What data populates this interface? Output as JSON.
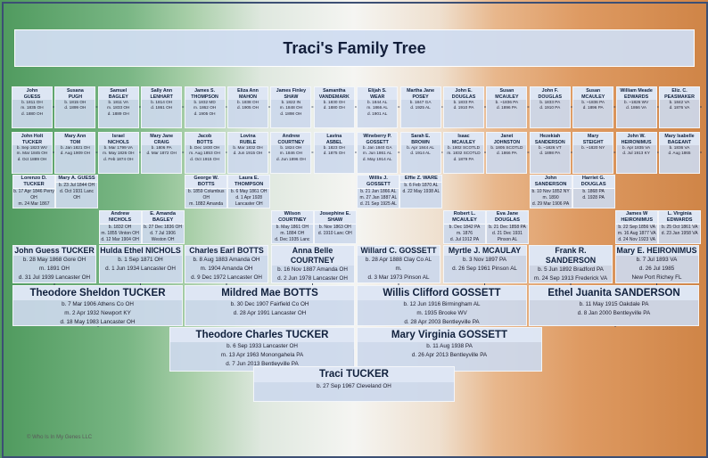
{
  "title": "Traci's Family Tree",
  "copyright": "© Who Is In My Genes LLC",
  "people": {
    "g6": [
      {
        "name": [
          "John",
          "GUESS"
        ],
        "dates": [
          "b. 1811 OH",
          "m. 1835 OH",
          "d. 1880 OH"
        ]
      },
      {
        "name": [
          "Susana",
          "PUGH"
        ],
        "dates": [
          "b. 1815 OH",
          "d. 1899 OH"
        ]
      },
      {
        "name": [
          "Samuel",
          "BAGLEY"
        ],
        "dates": [
          "b. 1811 VA",
          "m. 1833 OH",
          "d. 1889 OH"
        ]
      },
      {
        "name": [
          "Sally Ann",
          "LENHART"
        ],
        "dates": [
          "b. 1814 OH",
          "d. 1861 OH"
        ]
      },
      {
        "name": [
          "James S.",
          "THOMPSON"
        ],
        "dates": [
          "b. 1832 MD",
          "m. 1862 OH",
          "d. 1905 OH"
        ]
      },
      {
        "name": [
          "Eliza Ann",
          "MAHON"
        ],
        "dates": [
          "b. 1838 OH",
          "d. 1905 OH"
        ]
      },
      {
        "name": [
          "James Finley",
          "SHAW"
        ],
        "dates": [
          "b. 1822 IN",
          "m. 1848 OH",
          "d. 1898 OH"
        ]
      },
      {
        "name": [
          "Samantha",
          "VANDEMARK"
        ],
        "dates": [
          "b. 1830 OH",
          "d. 1880 OH"
        ]
      },
      {
        "name": [
          "Elijah S.",
          "WEAR"
        ],
        "dates": [
          "b. 1844 AL",
          "m. 1866 AL",
          "d. 1901 AL"
        ]
      },
      {
        "name": [
          "Martha Jane",
          "POSEY"
        ],
        "dates": [
          "b. 1847 GA",
          "d. 1925 AL"
        ]
      },
      {
        "name": [
          "John E.",
          "DOUGLAS"
        ],
        "dates": [
          "b. 1833 PA",
          "d. 1910 PA"
        ]
      },
      {
        "name": [
          "Susan",
          "MCAULEY"
        ],
        "dates": [
          "b. ~1836 PA",
          "d. 1896 PA"
        ]
      },
      {
        "name": [
          "John F.",
          "DOUGLAS"
        ],
        "dates": [
          "b. 1833 PA",
          "d. 1910 PA"
        ]
      },
      {
        "name": [
          "Susan",
          "MCAULEY"
        ],
        "dates": [
          "b. ~1836 PA",
          "d. 1896 PA"
        ]
      },
      {
        "name": [
          "William Meade",
          "EDWARDS"
        ],
        "dates": [
          "b. ~1826 WV",
          "d. 1866 VA"
        ]
      },
      {
        "name": [
          "Eliz. C.",
          "PEASMAKER"
        ],
        "dates": [
          "b. 1842 VA",
          "d. 1876 VA"
        ]
      }
    ],
    "g6b": [
      {
        "name": [
          "John Holt",
          "TUCKER"
        ],
        "dates": [
          "b. Sep 1823 WV",
          "m. Mar 1845 OH",
          "d. Oct 1889 OH"
        ]
      },
      {
        "name": [
          "Mary Ann",
          "TOM"
        ],
        "dates": [
          "b. Jan 1821 OH",
          "d. Aug 1909 OH"
        ]
      },
      {
        "name": [
          "Israel",
          "NICHOLS"
        ],
        "dates": [
          "b. Mar 1799 VA",
          "m. May 1826 OH",
          "d. Feb 1874 OH"
        ]
      },
      {
        "name": [
          "Mary Jane",
          "CRAIG"
        ],
        "dates": [
          "b. 1806 PA",
          "d. Mar 1872 OH"
        ]
      },
      {
        "name": [
          "Jacob",
          "BOTTS"
        ],
        "dates": [
          "b. Dec 1830 OH",
          "m. Aug 1853 OH",
          "d. Oct 1915 OH"
        ]
      },
      {
        "name": [
          "Lovina",
          "RUBLE"
        ],
        "dates": [
          "b. Mar 1832 OH",
          "d. Jun 1915 OH"
        ]
      },
      {
        "name": [
          "Andrew",
          "COURTNEY"
        ],
        "dates": [
          "b. 1824 OH",
          "m. 1846 OH",
          "d. Jun 1896 OH"
        ]
      },
      {
        "name": [
          "Lavina",
          "ASBEL"
        ],
        "dates": [
          "b. 1823 OH",
          "d. 1875 OH"
        ]
      },
      {
        "name": [
          "Wineberry P.",
          "GOSSETT"
        ],
        "dates": [
          "b. Jan 1840 GA",
          "m. Jun 1861 AL",
          "d. May 1914 AL"
        ]
      },
      {
        "name": [
          "Sarah E.",
          "BROWN"
        ],
        "dates": [
          "b. Apr 1844 AL",
          "d. 1914 AL"
        ]
      },
      {
        "name": [
          "Isaac",
          "MCAULEY"
        ],
        "dates": [
          "b. 1802 SCOTLD",
          "m. 1832 SCOTLD",
          "d. 1879 PA"
        ]
      },
      {
        "name": [
          "Janet",
          "JOHNSTON"
        ],
        "dates": [
          "b. 1805 SCOTLD",
          "d. 1866 PA"
        ]
      },
      {
        "name": [
          "Hezekiah",
          "SANDERSON"
        ],
        "dates": [
          "b. ~1826 VT",
          "d. 1898 PA"
        ]
      },
      {
        "name": [
          "Mary",
          "STEIGHT"
        ],
        "dates": [
          "b. ~1820 NY"
        ]
      },
      {
        "name": [
          "John W.",
          "HEIRONIMUS"
        ],
        "dates": [
          "b. Apr 1835 VA",
          "d. Jul 1913 KY"
        ]
      },
      {
        "name": [
          "Mary Isabelle",
          "BAGEANT"
        ],
        "dates": [
          "b. 1836 VA",
          "d. Aug 1865"
        ]
      }
    ],
    "g5": [
      {
        "name": "Lorenzo D. TUCKER",
        "dates": [
          "b. 17 Apr 1846 Perry OH",
          "m. 24 Mar 1867",
          "d. 20 Jan 1919 Lanc OH"
        ]
      },
      {
        "name": "Mary A. GUESS",
        "dates": [
          "b. 23 Jul 1844 OH",
          "d. Oct 1931 Lanc OH"
        ]
      },
      {
        "name": "Andrew NICHOLS",
        "dates": [
          "b. 1832 OH",
          "m. 1855 Vinton OH",
          "d. 12 Mar 1904 OH"
        ]
      },
      {
        "name": "E. Amanda BAGLEY",
        "dates": [
          "b. 27 Dec 1836 OH",
          "d. 7 Jul 1906",
          "Weston OH"
        ]
      },
      {
        "name": "George W. BOTTS",
        "dates": [
          "b. 1859 Columbus OH",
          "m. 1882 Amanda OH",
          "d. 1897 Delmont OH"
        ]
      },
      {
        "name": "Laura E. THOMPSON",
        "dates": [
          "b. 6 May 1861 OH",
          "d. 1 Apr 1928",
          "Lancaster OH"
        ]
      },
      {
        "name": "Wilson COURTNEY",
        "dates": [
          "b. May 1861 OH",
          "m. 1884 OH",
          "d. Dec 1935 Lanc OH"
        ]
      },
      {
        "name": "Josephine E. SHAW",
        "dates": [
          "b. Nov 1863 OH",
          "d. 1910 Lanc OH"
        ]
      },
      {
        "name": "Willis J. GOSSETT",
        "dates": [
          "b. 21 Jan 1866 AL",
          "m. 27 Jan 1887 AL",
          "d. 21 Sep 1925 AL"
        ]
      },
      {
        "name": "Effie Z. WARE",
        "dates": [
          "b. 6 Feb 1870 AL",
          "d. 22 May 1938 AL"
        ]
      },
      {
        "name": "Robert L. MCAULEY",
        "dates": [
          "b. Dec 1842 PA",
          "m. 1876",
          "d. Jul 1912 PA"
        ]
      },
      {
        "name": "Eva Jane DOUGLAS",
        "dates": [
          "b. 21 Dec 1858 PA",
          "d. 21 Dec 1931",
          "Pinson AL"
        ]
      },
      {
        "name": "John SANDERSON",
        "dates": [
          "b. 10 Nov 1852 NY",
          "m. 1890",
          "d. 29 Mar 1906 PA"
        ]
      },
      {
        "name": "Harriet G. DOUGLAS",
        "dates": [
          "b. 1868 PA",
          "d. 1928 PA"
        ]
      },
      {
        "name": "James W HEIRONIMUS",
        "dates": [
          "b. 22 Sep 1856 VA",
          "m. 16 Aug 1877 VA",
          "d. 24 Nov 1923 VA"
        ]
      },
      {
        "name": "L. Virginia EDWARDS",
        "dates": [
          "b. 25 Oct 1861 VA",
          "d. 23 Jan 1958 VA"
        ]
      }
    ],
    "g4": [
      {
        "name": "John Guess TUCKER",
        "dates": [
          "b. 28 May 1868 Gore OH",
          "m. 1891 OH",
          "d. 31 Jul 1939 Lancaster OH"
        ]
      },
      {
        "name": "Hulda Ethel NICHOLS",
        "dates": [
          "b. 1 Sep 1871 OH",
          "d. 1 Jun 1934 Lancaster OH"
        ]
      },
      {
        "name": "Charles Earl BOTTS",
        "dates": [
          "b. 8 Aug 1883 Amanda OH",
          "m. 1904 Amanda OH",
          "d. 9 Dec 1972 Lancaster OH"
        ]
      },
      {
        "name": "Anna Belle COURTNEY",
        "dates": [
          "b. 16 Nov 1887 Amanda OH",
          "d. 2 Jun 1978 Lancaster OH"
        ]
      },
      {
        "name": "Willard C. GOSSETT",
        "dates": [
          "b. 28 Apr 1888 Clay Co AL",
          "m.",
          "d. 3 Mar 1973 Pinson AL"
        ]
      },
      {
        "name": "Myrtle J. MCAULAY",
        "dates": [
          "b. 3 Nov 1897 PA",
          "d. 26 Sep 1961 Pinson AL"
        ]
      },
      {
        "name": "Frank R. SANDERSON",
        "dates": [
          "b. 5 Jun 1892 Bradford PA",
          "m. 24 Sep 1913 Frederick VA",
          "d. 28 Apr 1979 Lancaster OH"
        ]
      },
      {
        "name": "Mary E. HEIRONIMUS",
        "dates": [
          "b. 7 Jul 1893 VA",
          "d. 26 Jul 1985",
          "New Port Richey FL"
        ]
      }
    ],
    "g3": [
      {
        "name": "Theodore Sheldon TUCKER",
        "dates": [
          "b. 7 Mar 1906 Athens Co OH",
          "m. 2 Apr 1932 Newport KY",
          "d. 18 May 1983 Lancaster OH"
        ]
      },
      {
        "name": "Mildred Mae BOTTS",
        "dates": [
          "b. 30 Dec 1907 Fairfield Co OH",
          "d. 28 Apr 1991 Lancaster OH"
        ]
      },
      {
        "name": "Willis Clifford GOSSETT",
        "dates": [
          "b. 12 Jun 1916 Birmingham AL",
          "m. 1935 Brooke WV",
          "d. 28 Apr 2003 Bentleyville PA"
        ]
      },
      {
        "name": "Ethel Juanita SANDERSON",
        "dates": [
          "b. 11 May 1915 Oakdale PA",
          "d. 8 Jan 2000 Bentleyville PA"
        ]
      }
    ],
    "g2": [
      {
        "name": "Theodore Charles TUCKER",
        "dates": [
          "b. 6 Sep 1933 Lancaster OH",
          "m. 13 Apr 1963 Monongahela PA",
          "d. 7 Jun 2013 Bentleyville PA"
        ]
      },
      {
        "name": "Mary Virginia GOSSETT",
        "dates": [
          "b. 11 Aug 1938 PA",
          "d. 26 Apr 2013 Bentleyville PA"
        ]
      }
    ],
    "g1": {
      "name": "Traci TUCKER",
      "dates": [
        "b. 27 Sep 1967 Cleveland OH"
      ]
    }
  }
}
